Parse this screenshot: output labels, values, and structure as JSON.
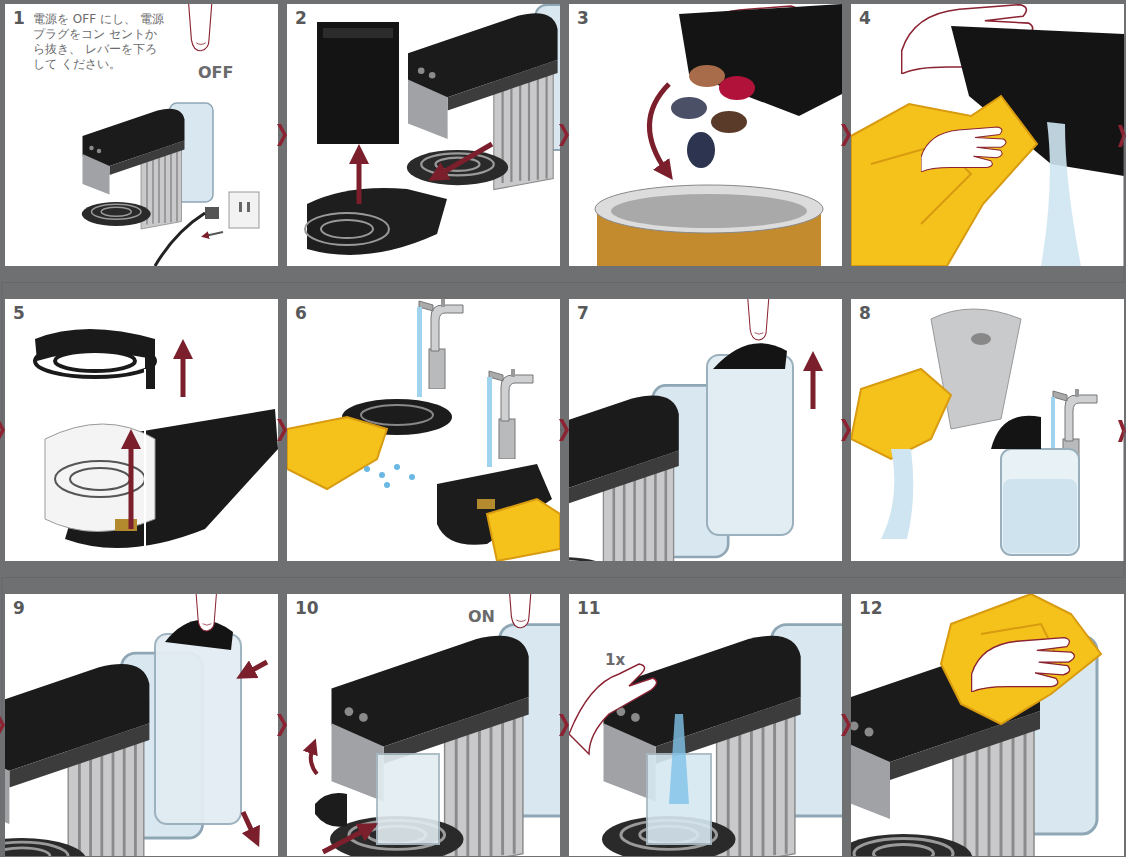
{
  "diagram": {
    "nodes": [
      {
        "text": [
          "1",
          "電源を OFF にし、 電源プラグをコン セントから抜き、 レバーを下ろして ください。",
          "OFF"
        ]
      },
      {
        "text": [
          "2"
        ]
      },
      {
        "text": [
          "3"
        ]
      },
      {
        "text": [
          "4"
        ]
      },
      {
        "text": [
          "5"
        ]
      },
      {
        "text": [
          "6"
        ]
      },
      {
        "text": [
          "7"
        ]
      },
      {
        "text": [
          "8"
        ]
      },
      {
        "text": [
          "9"
        ]
      },
      {
        "text": [
          "10",
          "ON"
        ]
      },
      {
        "text": [
          "11",
          "1x"
        ]
      },
      {
        "text": [
          "12"
        ]
      }
    ],
    "edges": [
      {
        "from": 0,
        "to": 1,
        "arrow": "to"
      },
      {
        "from": 1,
        "to": 2,
        "arrow": "to"
      },
      {
        "from": 2,
        "to": 3,
        "arrow": "to"
      },
      {
        "from": 3,
        "to": 4,
        "arrow": "to"
      },
      {
        "from": 4,
        "to": 5,
        "arrow": "to"
      },
      {
        "from": 5,
        "to": 6,
        "arrow": "to"
      },
      {
        "from": 6,
        "to": 7,
        "arrow": "to"
      },
      {
        "from": 7,
        "to": 8,
        "arrow": "to"
      },
      {
        "from": 8,
        "to": 9,
        "arrow": "to"
      },
      {
        "from": 9,
        "to": 10,
        "arrow": "to"
      },
      {
        "from": 10,
        "to": 11,
        "arrow": "to"
      }
    ]
  }
}
